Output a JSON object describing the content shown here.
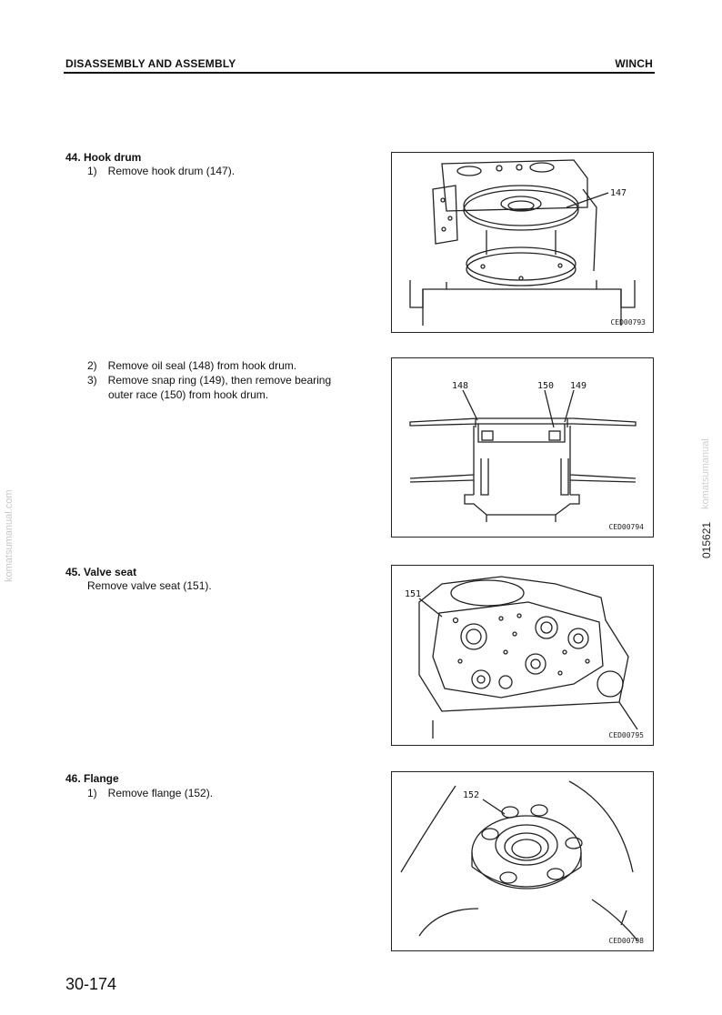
{
  "header": {
    "left": "DISASSEMBLY AND ASSEMBLY",
    "right": "WINCH"
  },
  "sections": [
    {
      "title": "44. Hook drum",
      "steps": [
        "1) Remove hook drum (147)."
      ],
      "figure": {
        "code": "CED00793",
        "callouts": [
          "147"
        ]
      }
    },
    {
      "steps": [
        "2) Remove oil seal (148) from hook drum.",
        "3) Remove snap ring (149), then remove bearing",
        "outer race (150) from hook drum."
      ],
      "figure": {
        "code": "CED00794",
        "callouts": [
          "148",
          "150",
          "149"
        ]
      }
    },
    {
      "title": "45. Valve seat",
      "steps": [
        "Remove valve seat (151)."
      ],
      "figure": {
        "code": "CED00795",
        "callouts": [
          "151"
        ]
      }
    },
    {
      "title": "46. Flange",
      "steps": [
        "1) Remove flange (152)."
      ],
      "figure": {
        "code": "CED00798",
        "callouts": [
          "152"
        ]
      }
    }
  ],
  "side_marks": {
    "left": "komatsumanual.com",
    "right_code": "015621",
    "right": "komatsumanual"
  },
  "page_number": "30-174"
}
